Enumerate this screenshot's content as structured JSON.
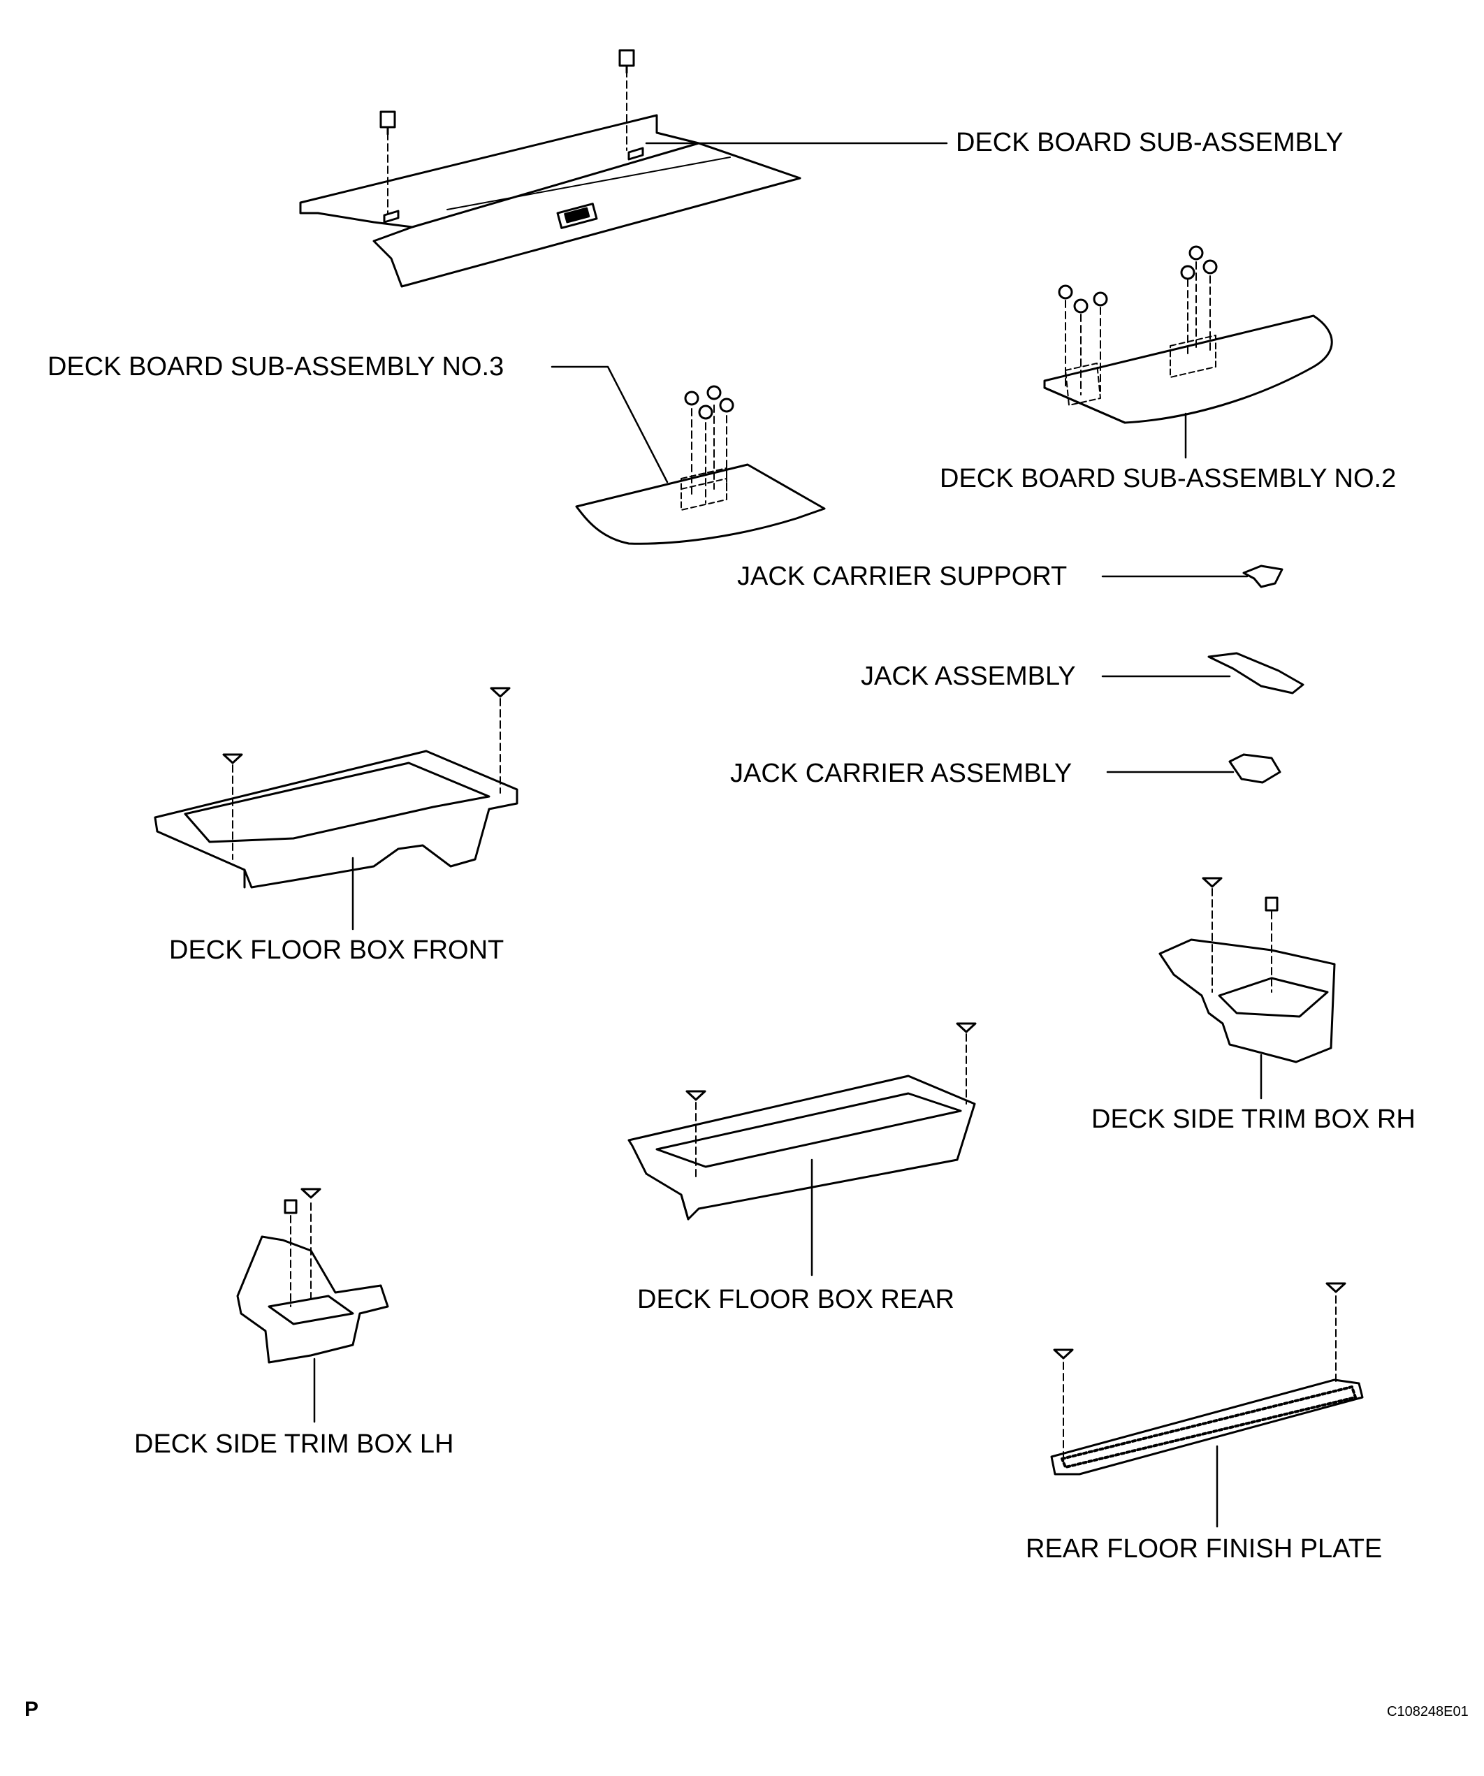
{
  "labels": {
    "deck_board": "DECK BOARD SUB-ASSEMBLY",
    "deck_board_no3": "DECK BOARD SUB-ASSEMBLY NO.3",
    "deck_board_no2": "DECK BOARD SUB-ASSEMBLY NO.2",
    "jack_carrier_support": "JACK CARRIER SUPPORT",
    "jack_assembly": "JACK ASSEMBLY",
    "jack_carrier_assembly": "JACK CARRIER ASSEMBLY",
    "deck_floor_box_front": "DECK FLOOR BOX FRONT",
    "deck_side_trim_box_rh": "DECK SIDE TRIM BOX RH",
    "deck_floor_box_rear": "DECK FLOOR BOX REAR",
    "deck_side_trim_box_lh": "DECK SIDE TRIM BOX LH",
    "rear_floor_finish_plate": "REAR FLOOR FINISH PLATE"
  },
  "footer": {
    "left_mark": "P",
    "figure_code": "C108248E01"
  }
}
